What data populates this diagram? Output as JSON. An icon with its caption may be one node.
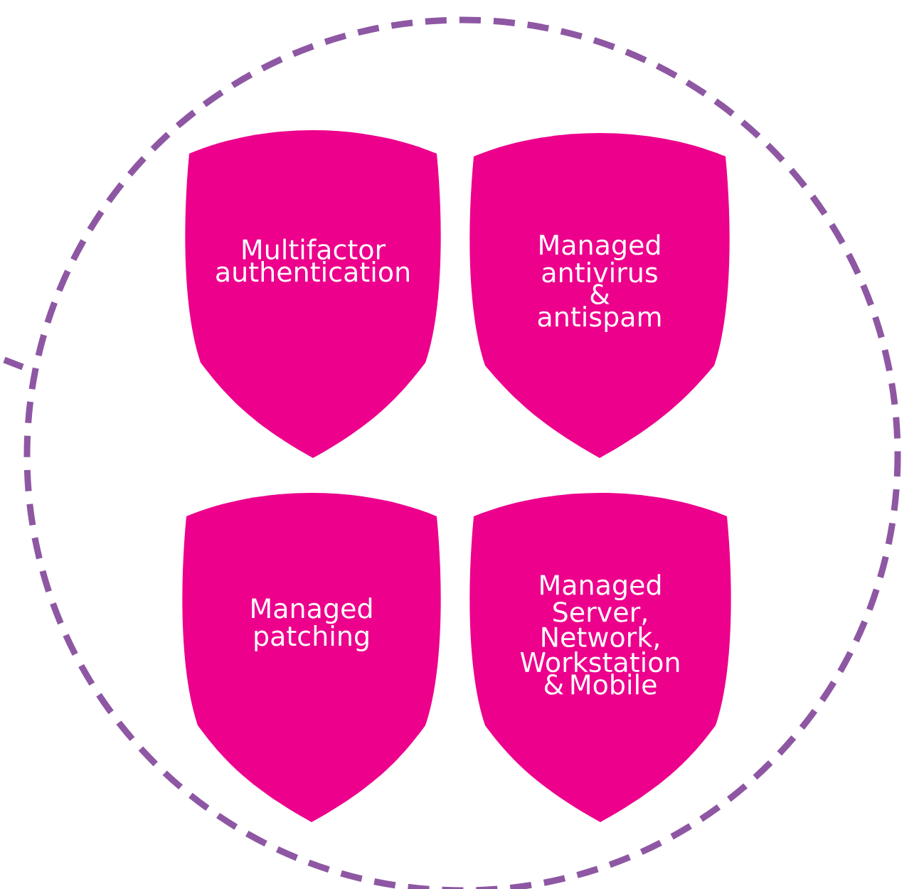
{
  "diagram": {
    "nodes": [
      {
        "text": [
          "Multifactor authentication"
        ]
      },
      {
        "text": [
          "Managed antivirus & antispam"
        ]
      },
      {
        "text": [
          "Managed patching"
        ]
      },
      {
        "text": [
          "Managed Server, Network, Workstation & Mobile"
        ]
      }
    ]
  }
}
